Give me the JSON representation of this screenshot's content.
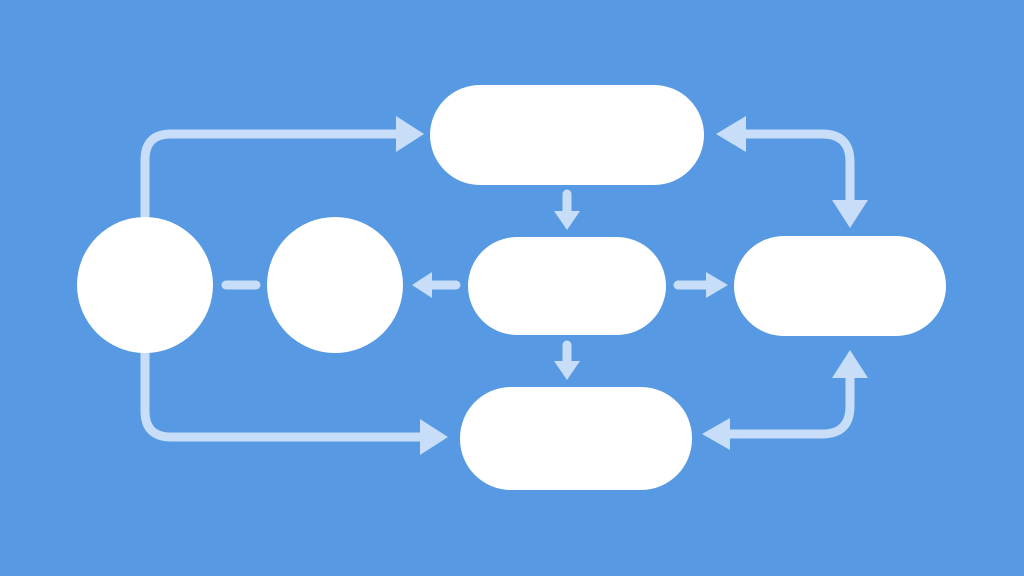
{
  "diagram": {
    "type": "flowchart",
    "colors": {
      "background": "#5799e3",
      "node": "#ffffff",
      "connector": "#c8ddf7"
    },
    "nodes": [
      {
        "id": "circle-left",
        "shape": "circle",
        "label": ""
      },
      {
        "id": "circle-mid",
        "shape": "circle",
        "label": ""
      },
      {
        "id": "pill-top",
        "shape": "pill",
        "label": ""
      },
      {
        "id": "pill-center",
        "shape": "pill",
        "label": ""
      },
      {
        "id": "pill-bottom",
        "shape": "pill",
        "label": ""
      },
      {
        "id": "pill-right",
        "shape": "pill",
        "label": ""
      }
    ],
    "edges": [
      {
        "from": "circle-left",
        "to": "pill-top",
        "direction": "forward"
      },
      {
        "from": "circle-left",
        "to": "pill-bottom",
        "direction": "forward"
      },
      {
        "from": "circle-left",
        "to": "circle-mid",
        "direction": "none"
      },
      {
        "from": "pill-center",
        "to": "circle-mid",
        "direction": "forward"
      },
      {
        "from": "pill-top",
        "to": "pill-center",
        "direction": "forward"
      },
      {
        "from": "pill-center",
        "to": "pill-bottom",
        "direction": "forward"
      },
      {
        "from": "pill-center",
        "to": "pill-right",
        "direction": "forward"
      },
      {
        "from": "pill-top",
        "to": "pill-right",
        "direction": "both"
      },
      {
        "from": "pill-bottom",
        "to": "pill-right",
        "direction": "both"
      }
    ]
  }
}
